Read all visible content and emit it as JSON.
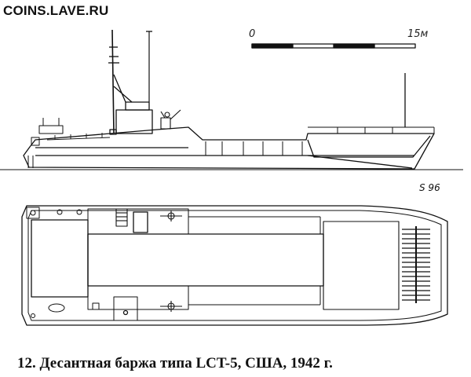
{
  "watermark": "COINS.LAVE.RU",
  "scale": {
    "start_label": "0",
    "end_label": "15м"
  },
  "signature": "S 96",
  "caption": "12. Десантная баржа типа LCT-5, США, 1942 г."
}
